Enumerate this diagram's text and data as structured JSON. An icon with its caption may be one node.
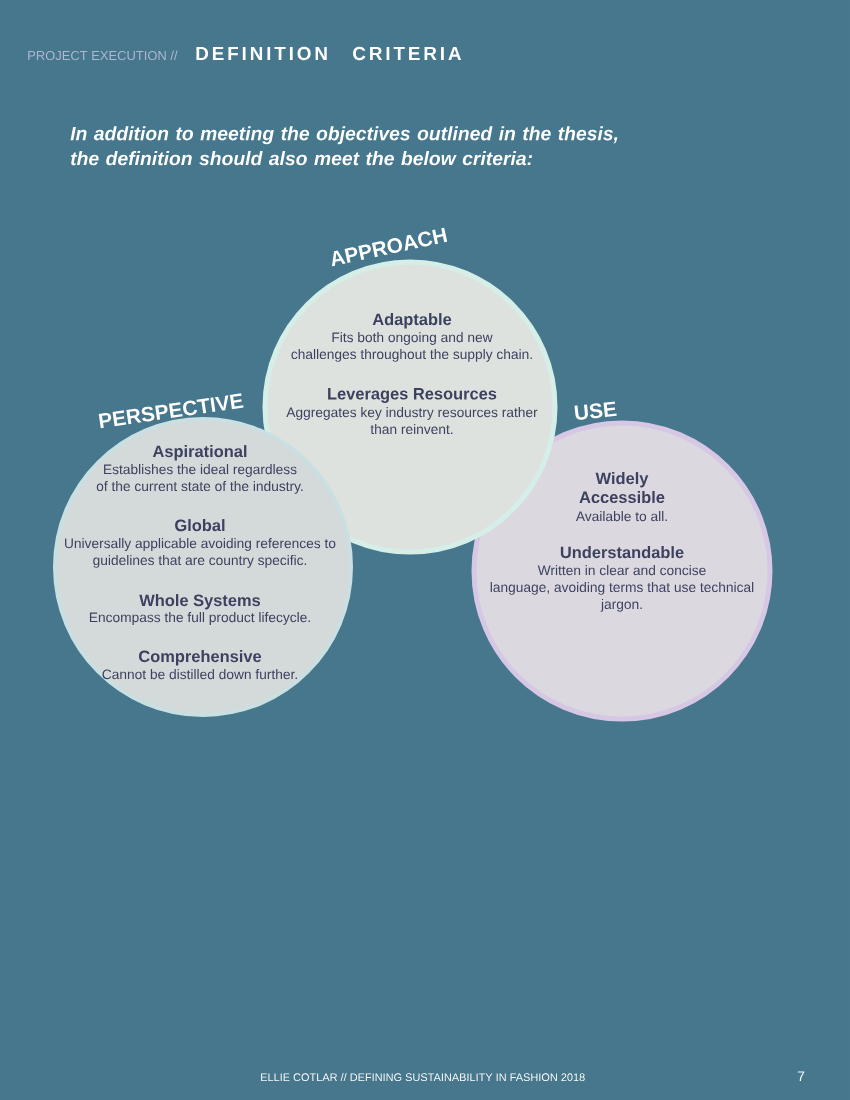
{
  "diagram": {
    "title": "DEFINITION CRITERIA",
    "nodes": [
      {
        "text": [
          "APPROACH",
          "Adaptable",
          "Fits both ongoing and new challenges throughout the supply chain.",
          "Leverages Resources",
          "Aggregates key industry resources rather than reinvent."
        ]
      },
      {
        "text": [
          "PERSPECTIVE",
          "Aspirational",
          "Establishes the ideal regardless of the current state of the industry.",
          "Global",
          "Universally applicable avoiding references to guidelines that are country specific.",
          "Whole Systems",
          "Encompass the full product lifecycle.",
          "Comprehensive",
          "Cannot be distilled down further."
        ]
      },
      {
        "text": [
          "USE",
          "Widely Accessible",
          "Available to all.",
          "Understandable",
          "Written in clear and concise language, avoiding terms that use technical jargon."
        ]
      }
    ],
    "labels": [
      "PROJECT EXECUTION //",
      "In addition to meeting the objectives outlined in the thesis, the definition should also meet the below criteria:",
      "ELLIE COTLAR // DEFINING SUSTAINABILITY IN FASHION 2018",
      "7"
    ]
  }
}
